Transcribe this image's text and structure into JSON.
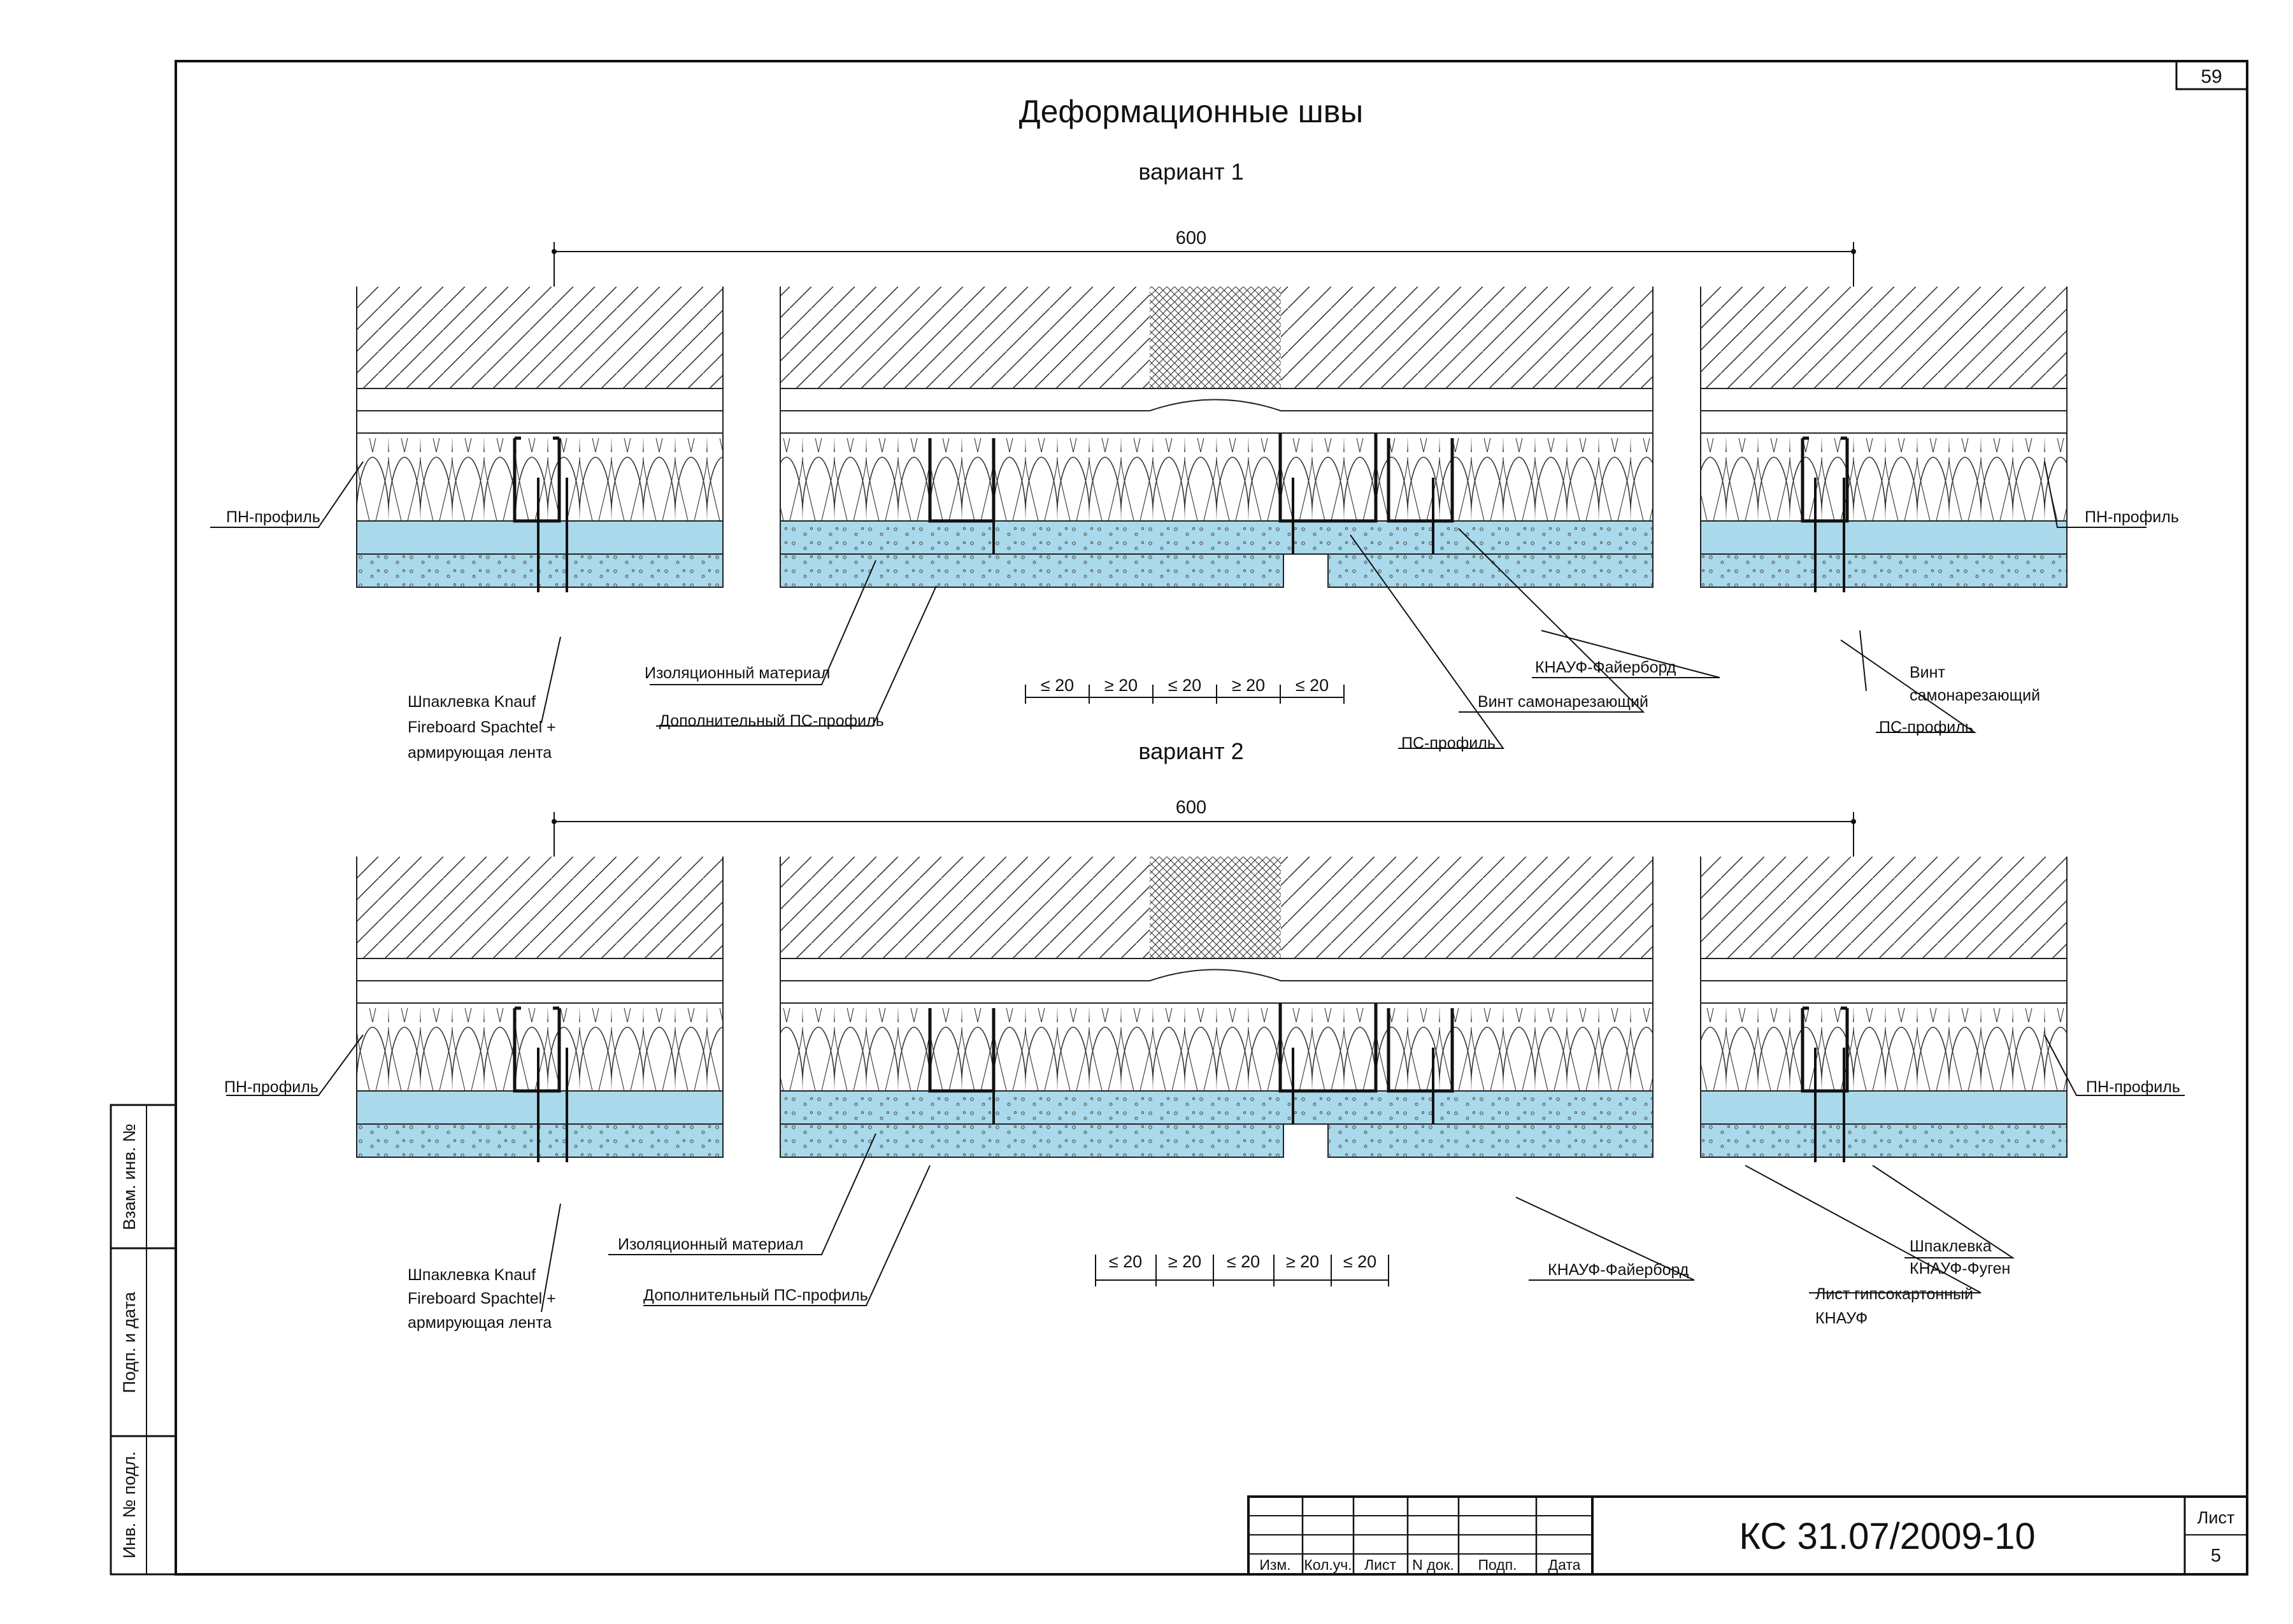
{
  "page_number": "59",
  "title": "Деформационные швы",
  "variant1": {
    "heading": "вариант 1",
    "span": "600",
    "gaps": [
      "≤ 20",
      "≥ 20",
      "≤ 20",
      "≥ 20",
      "≤ 20"
    ],
    "labels": {
      "pn_left": "ПН-профиль",
      "pn_right": "ПН-профиль",
      "putty_l1": "Шпаклевка Knauf",
      "putty_l2": "Fireboard Spachtel +",
      "putty_l3": "армирующая лента",
      "insulation": "Изоляционный материал",
      "extra_ps": "Дополнительный ПС-профиль",
      "ps_profile": "ПС-профиль",
      "screw": "Винт самонарезающий",
      "fireboard": "КНАУФ-Файерборд",
      "screw_r1": "Винт",
      "screw_r2": "самонарезающий",
      "ps_profile_r": "ПС-профиль"
    }
  },
  "variant2": {
    "heading": "вариант 2",
    "span": "600",
    "gaps": [
      "≤ 20",
      "≥ 20",
      "≤ 20",
      "≥ 20",
      "≤ 20"
    ],
    "labels": {
      "pn_left": "ПН-профиль",
      "pn_right": "ПН-профиль",
      "putty_l1": "Шпаклевка Knauf",
      "putty_l2": "Fireboard Spachtel +",
      "putty_l3": "армирующая лента",
      "insulation": "Изоляционный материал",
      "extra_ps": "Дополнительный ПС-профиль",
      "fireboard": "КНАУФ-Файерборд",
      "gkl_l1": "Лист гипсокартонный",
      "gkl_l2": "КНАУФ",
      "fugen_l1": "Шпаклевка",
      "fugen_l2": "КНАУФ-Фуген"
    }
  },
  "side_stamp": {
    "cell1": "Взам. инв. №",
    "cell2": "Подп. и дата",
    "cell3": "Инв. № подл."
  },
  "title_block": {
    "headers": [
      "Изм.",
      "Кол.уч.",
      "Лист",
      "N док.",
      "Подп.",
      "Дата"
    ],
    "code": "КС 31.07/2009-10",
    "sheet_label": "Лист",
    "sheet_number": "5"
  },
  "colors": {
    "board": "#a9d9ea",
    "line": "#111111"
  }
}
